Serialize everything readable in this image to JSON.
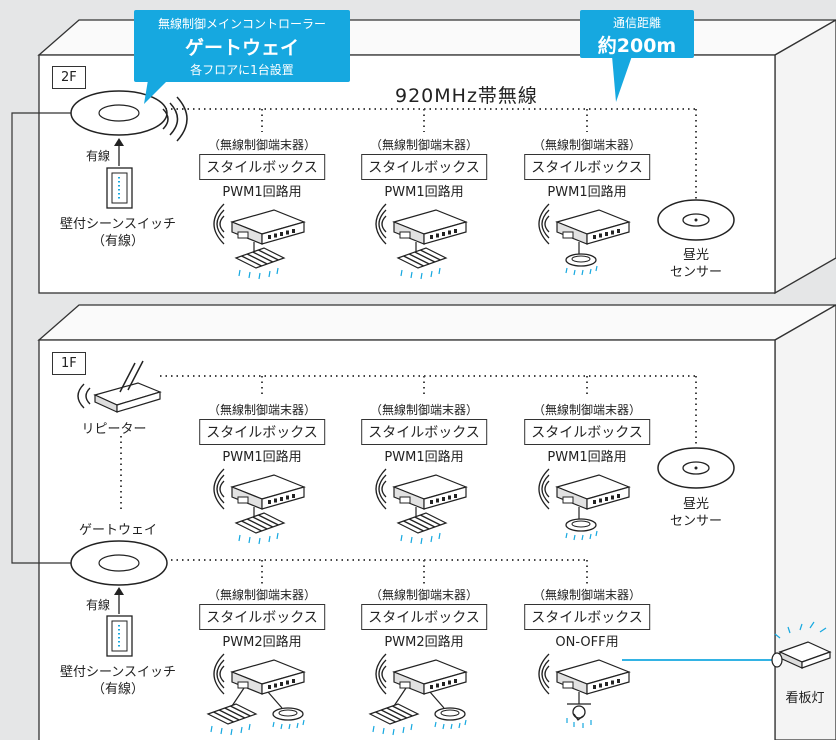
{
  "gateway_callout": {
    "line1": "無線制御メインコントローラー",
    "line2": "ゲートウェイ",
    "line3": "各フロアに1台設置"
  },
  "range_callout": {
    "line1": "通信距離",
    "line2": "約200m"
  },
  "band_label": "920MHz帯無線",
  "floor2": {
    "label": "2F",
    "wired": "有線",
    "switch_line1": "壁付シーンスイッチ",
    "switch_line2": "（有線）",
    "terminals": [
      {
        "header": "（無線制御端末器）",
        "box": "スタイルボックス",
        "sub": "PWM1回路用",
        "fixture": "grid"
      },
      {
        "header": "（無線制御端末器）",
        "box": "スタイルボックス",
        "sub": "PWM1回路用",
        "fixture": "grid"
      },
      {
        "header": "（無線制御端末器）",
        "box": "スタイルボックス",
        "sub": "PWM1回路用",
        "fixture": "downlight"
      }
    ],
    "sensor_line1": "昼光",
    "sensor_line2": "センサー"
  },
  "floor1": {
    "label": "1F",
    "repeater": "リピーター",
    "gateway": "ゲートウェイ",
    "wired": "有線",
    "switch_line1": "壁付シーンスイッチ",
    "switch_line2": "（有線）",
    "row1": [
      {
        "header": "（無線制御端末器）",
        "box": "スタイルボックス",
        "sub": "PWM1回路用",
        "fixture": "grid"
      },
      {
        "header": "（無線制御端末器）",
        "box": "スタイルボックス",
        "sub": "PWM1回路用",
        "fixture": "grid"
      },
      {
        "header": "（無線制御端末器）",
        "box": "スタイルボックス",
        "sub": "PWM1回路用",
        "fixture": "downlight"
      }
    ],
    "row2": [
      {
        "header": "（無線制御端末器）",
        "box": "スタイルボックス",
        "sub": "PWM2回路用",
        "fixture": "grid+downlight"
      },
      {
        "header": "（無線制御端末器）",
        "box": "スタイルボックス",
        "sub": "PWM2回路用",
        "fixture": "grid+downlight"
      },
      {
        "header": "（無線制御端末器）",
        "box": "スタイルボックス",
        "sub": "ON-OFF用",
        "fixture": "spot"
      }
    ],
    "sensor_line1": "昼光",
    "sensor_line2": "センサー",
    "sign_light": "看板灯"
  },
  "colors": {
    "accent": "#16a8e0",
    "background": "#e5e6e7",
    "line": "#333333"
  }
}
